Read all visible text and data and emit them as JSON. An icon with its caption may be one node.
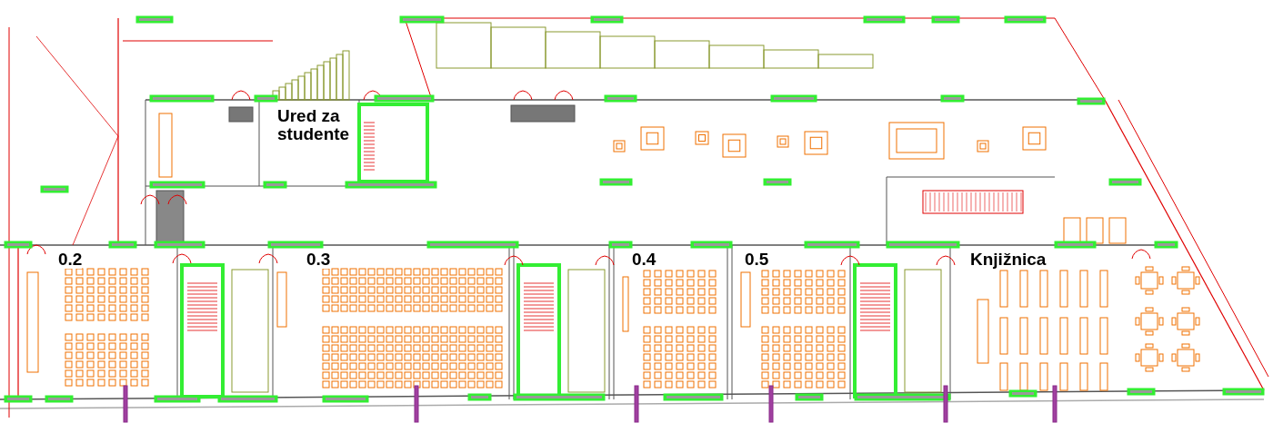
{
  "diagram": {
    "nodes": [
      {
        "text": [
          "Ured za studente"
        ]
      },
      {
        "text": [
          "0.2"
        ]
      },
      {
        "text": [
          "0.3"
        ]
      },
      {
        "text": [
          "0.4"
        ]
      },
      {
        "text": [
          "0.5"
        ]
      },
      {
        "text": [
          "Knjižnica"
        ]
      }
    ]
  }
}
